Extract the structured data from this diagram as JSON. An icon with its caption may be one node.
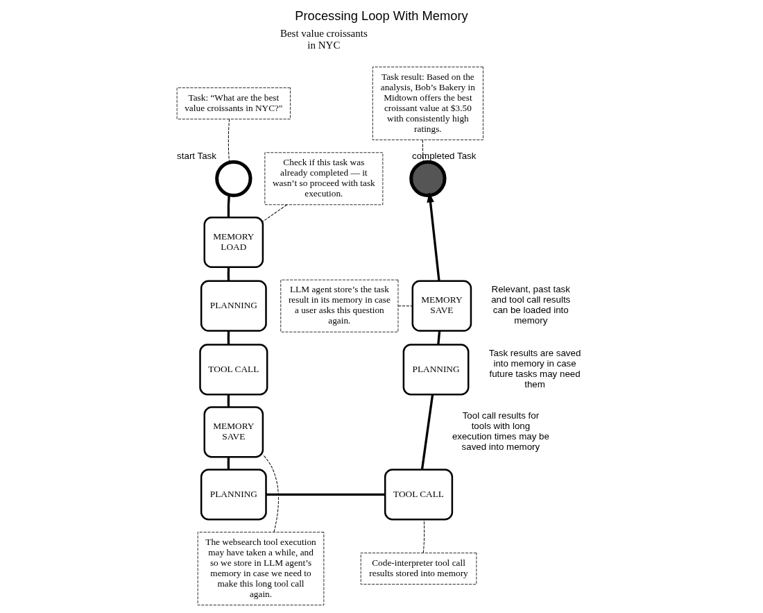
{
  "diagram": {
    "title": "Processing Loop With Memory",
    "nodes": [
      {
        "text": [
          "Task: “What are the best value croissants in NYC?\""
        ]
      },
      {
        "text": [],
        "shape": "circle",
        "beside": [
          "start Task"
        ]
      },
      {
        "text": [],
        "shape": "circle",
        "beside": [
          "completed Task"
        ]
      },
      {
        "text": [
          "Task result: Based on the analysis, Bob’s Bakery in Midtown offers the best croissant value at $3.50 with consistently high ratings."
        ]
      },
      {
        "text": [
          "MEMORY",
          "LOAD"
        ]
      },
      {
        "text": [
          "PLANNING"
        ]
      },
      {
        "text": [
          "TOOL CALL"
        ]
      },
      {
        "text": [
          "MEMORY",
          "SAVE"
        ]
      },
      {
        "text": [
          "PLANNING"
        ]
      },
      {
        "text": [
          "TOOL CALL"
        ]
      },
      {
        "text": [
          "PLANNING"
        ]
      },
      {
        "text": [
          "MEMORY",
          "SAVE"
        ]
      },
      {
        "text": [
          "Check if this task was already completed — it wasn’t so proceed with task execution."
        ]
      },
      {
        "text": [
          "The websearch tool execution may have taken a while, and so we store in LLM agent’s memory in case we need to make this long tool call again."
        ]
      },
      {
        "text": [
          "Code-interpreter tool call results stored into memory"
        ]
      },
      {
        "text": [
          "LLM agent store’s the task result in its memory in case a user asks this question again."
        ]
      }
    ],
    "edges": [
      {
        "from": 1,
        "to": 4,
        "arrow": "none"
      },
      {
        "from": 4,
        "to": 5,
        "arrow": "none"
      },
      {
        "from": 5,
        "to": 6,
        "arrow": "none"
      },
      {
        "from": 6,
        "to": 7,
        "arrow": "none"
      },
      {
        "from": 7,
        "to": 8,
        "arrow": "none"
      },
      {
        "from": 8,
        "to": 9,
        "arrow": "none"
      },
      {
        "from": 9,
        "to": 10,
        "arrow": "none"
      },
      {
        "from": 10,
        "to": 11,
        "arrow": "none"
      },
      {
        "from": 11,
        "to": 2,
        "arrow": "to"
      },
      {
        "from": 0,
        "to": 1,
        "arrow": "none",
        "style": "dashed"
      },
      {
        "from": 3,
        "to": 2,
        "arrow": "none",
        "style": "dashed"
      },
      {
        "from": 12,
        "to": 4,
        "arrow": "none",
        "style": "dashed"
      },
      {
        "from": 13,
        "to": 7,
        "arrow": "none",
        "style": "dashed"
      },
      {
        "from": 14,
        "to": 9,
        "arrow": "none",
        "style": "dashed"
      },
      {
        "from": 15,
        "to": 11,
        "arrow": "none",
        "style": "dashed"
      }
    ],
    "labels": [
      "Best value croissants in NYC",
      "Relevant, past task and tool call results can be loaded into memory",
      "Tool call results for tools with long execution times may be saved into memory",
      "Task results are saved into memory in case future tasks may need them"
    ]
  }
}
